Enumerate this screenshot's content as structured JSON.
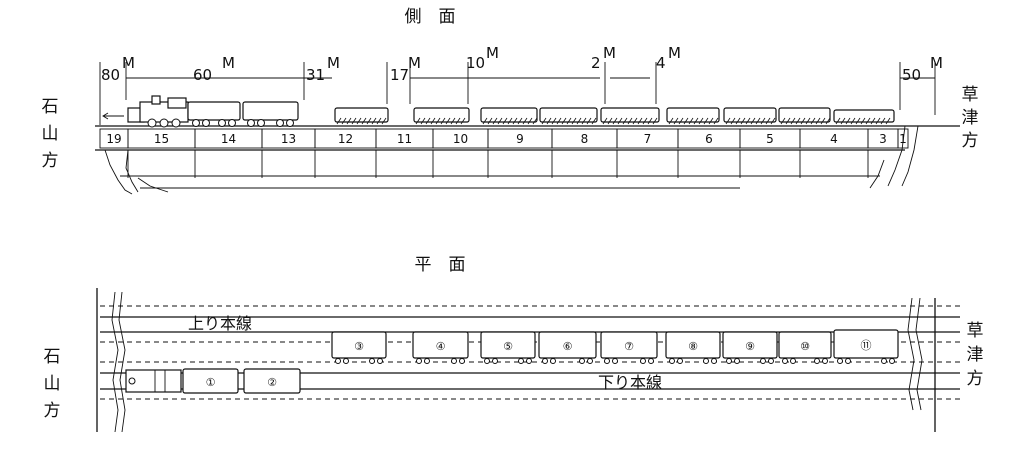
{
  "side_view": {
    "title": "側　面",
    "left_label": "石\n山\n方",
    "right_label": "草\n津\n方",
    "dimensions": [
      "80",
      "60",
      "31",
      "17",
      "10",
      "2",
      "4",
      "50"
    ],
    "dimension_unit": "M",
    "pier_numbers": [
      "19",
      "15",
      "14",
      "13",
      "12",
      "11",
      "10",
      "9",
      "8",
      "7",
      "6",
      "5",
      "4",
      "3",
      "1"
    ]
  },
  "plan_view": {
    "title": "平　面",
    "left_label": "石\n山\n方",
    "right_label": "草\n津\n方",
    "track_up": "上り本線",
    "track_down": "下り本線",
    "car_numbers": [
      "①",
      "②",
      "③",
      "④",
      "⑤",
      "⑥",
      "⑦",
      "⑧",
      "⑨",
      "⑩",
      "⑪"
    ]
  }
}
